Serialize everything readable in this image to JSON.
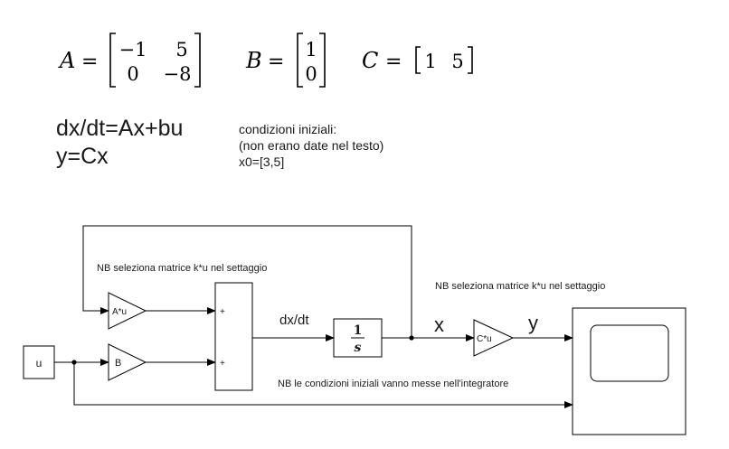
{
  "matrices": {
    "A": {
      "name": "A",
      "eq": "=",
      "rows": [
        [
          "−1",
          "5"
        ],
        [
          "0",
          "−8"
        ]
      ]
    },
    "B": {
      "name": "B",
      "eq": "=",
      "rows": [
        [
          "1"
        ],
        [
          "0"
        ]
      ]
    },
    "C": {
      "name": "C",
      "eq": "=",
      "rows": [
        [
          "1",
          "5"
        ]
      ]
    }
  },
  "equations": {
    "state": "dx/dt=Ax+bu",
    "output": "y=Cx"
  },
  "initial_conditions": {
    "line1": "condizioni iniziali:",
    "line2": "(non erano date nel testo)",
    "line3": "x0=[3,5]"
  },
  "notes": {
    "note_a": "NB seleziona matrice k*u nel settaggio",
    "note_c": "NB seleziona matrice k*u nel settaggio",
    "note_integrator": "NB le condizioni iniziali vanno messe nell'integratore"
  },
  "blocks": {
    "input": "u",
    "gain_a": "A*u",
    "gain_b": "B",
    "gain_c": "C*u",
    "sum_plus_1": "+",
    "sum_plus_2": "+",
    "integrator_num": "1",
    "integrator_den": "s"
  },
  "signals": {
    "dxdt": "dx/dt",
    "x": "x",
    "y": "y"
  },
  "colors": {
    "line": "#000000",
    "text": "#1a1a1a"
  }
}
